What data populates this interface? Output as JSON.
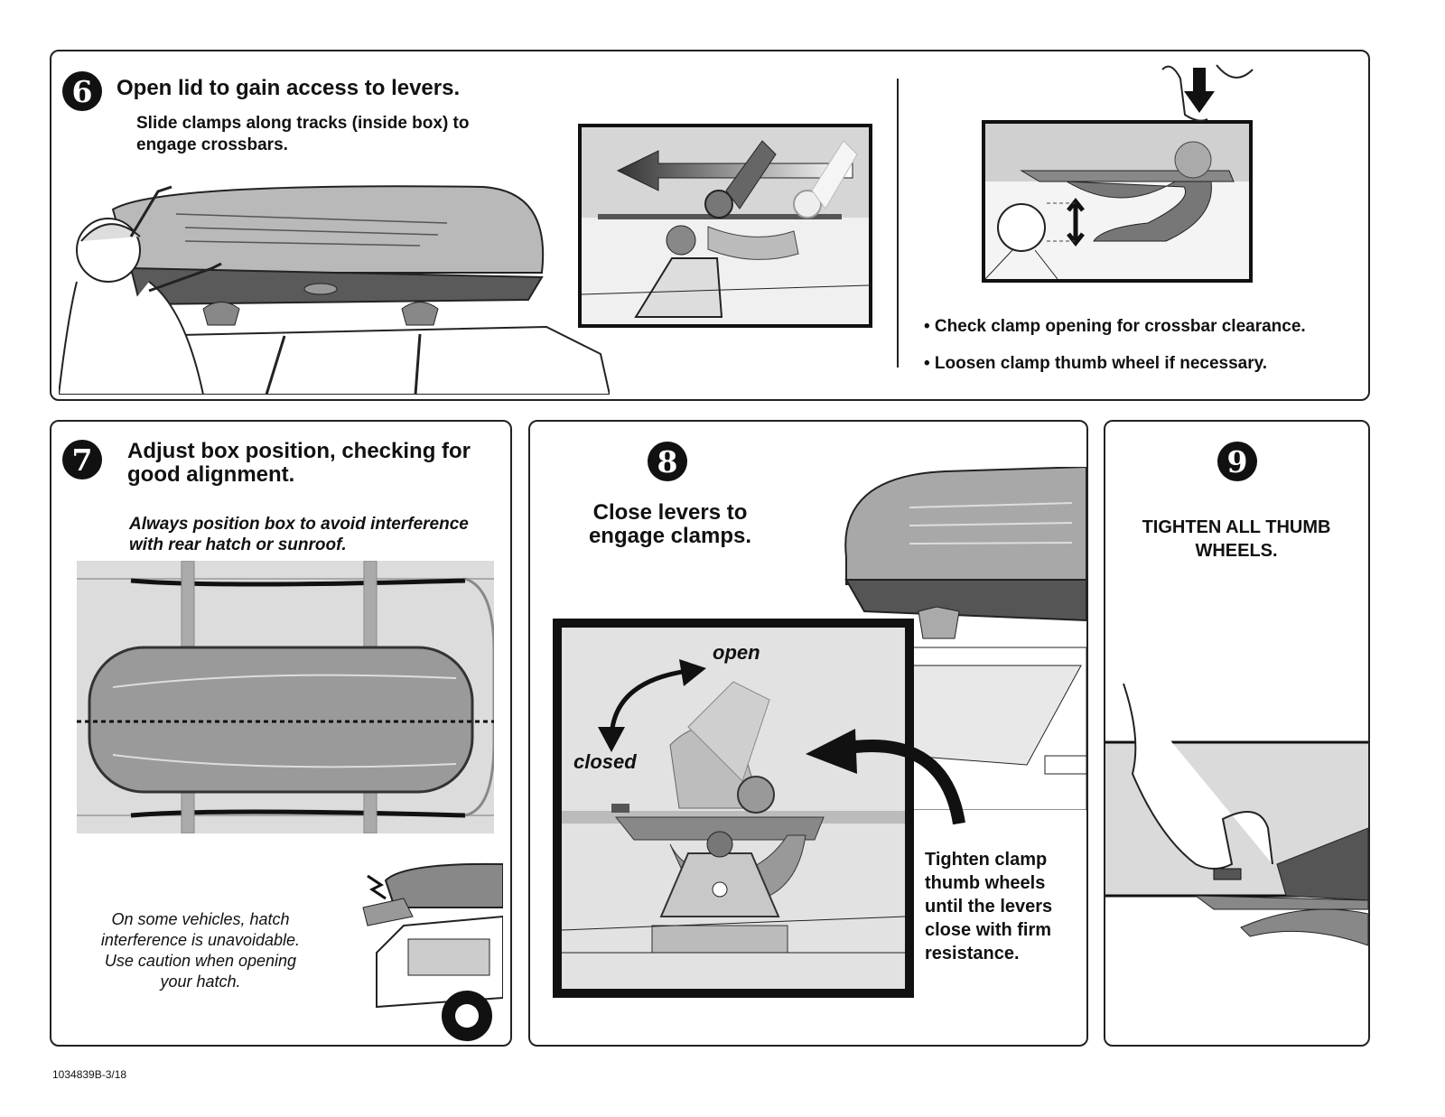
{
  "step6": {
    "number": "6",
    "title": "Open lid to gain access to levers.",
    "subtitle": "Slide clamps along tracks (inside box) to engage crossbars.",
    "bullets": [
      "• Check clamp opening for crossbar clearance.",
      "• Loosen clamp thumb wheel if necessary."
    ]
  },
  "step7": {
    "number": "7",
    "title": "Adjust box position, checking for good alignment.",
    "note": "Always position box to avoid interference with rear hatch or sunroof.",
    "caution": "On some vehicles, hatch interference is unavoidable. Use caution when opening your hatch."
  },
  "step8": {
    "number": "8",
    "title": "Close levers to engage clamps.",
    "label_open": "open",
    "label_closed": "closed",
    "instruction": "Tighten clamp thumb wheels until the levers close with firm resistance."
  },
  "step9": {
    "number": "9",
    "title": "TIGHTEN ALL THUMB WHEELS."
  },
  "footer": {
    "code": "1034839B-3/18"
  },
  "colors": {
    "border": "#222222",
    "box_gray": "#8a8a8a",
    "light_gray": "#e6e6e6"
  }
}
